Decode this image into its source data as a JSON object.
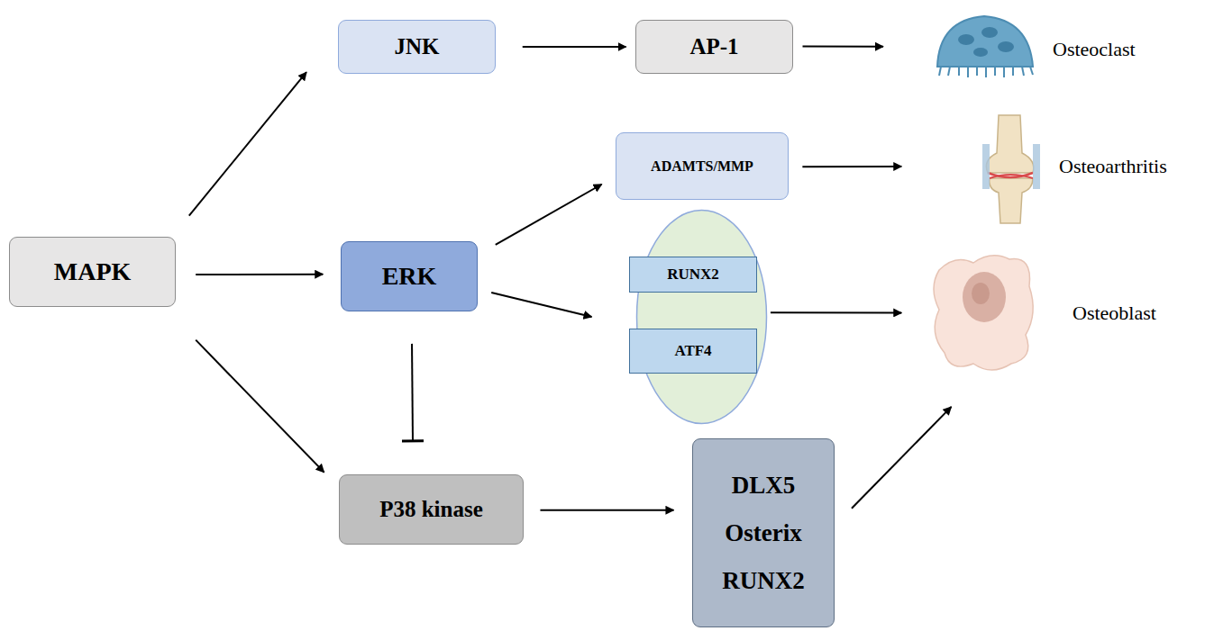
{
  "diagram": {
    "nodes": [
      {
        "text": [
          "MAPK"
        ]
      },
      {
        "text": [
          "JNK"
        ]
      },
      {
        "text": [
          "AP-1"
        ]
      },
      {
        "text": [
          "Osteoclast"
        ]
      },
      {
        "text": [
          "ADAMTS/MMP"
        ]
      },
      {
        "text": [
          "Osteoarthritis"
        ]
      },
      {
        "text": [
          "ERK"
        ]
      },
      {
        "text": []
      },
      {
        "text": [
          "RUNX2"
        ],
        "in": 7
      },
      {
        "text": [
          "ATF4"
        ],
        "in": 7
      },
      {
        "text": [
          "Osteoblast"
        ]
      },
      {
        "text": [
          "P38 kinase"
        ]
      },
      {
        "text": [
          "DLX5",
          "Osterix",
          "RUNX2"
        ]
      }
    ],
    "edges": [
      {
        "from": 0,
        "to": 1,
        "arrow": "to"
      },
      {
        "from": 0,
        "to": 6,
        "arrow": "to"
      },
      {
        "from": 0,
        "to": 11,
        "arrow": "to"
      },
      {
        "from": 1,
        "to": 2,
        "arrow": "to"
      },
      {
        "from": 2,
        "to": 3,
        "arrow": "to"
      },
      {
        "from": 6,
        "to": 4,
        "arrow": "to"
      },
      {
        "from": 4,
        "to": 5,
        "arrow": "to"
      },
      {
        "from": 6,
        "to": 7,
        "arrow": "to"
      },
      {
        "from": 7,
        "to": 10,
        "arrow": "to"
      },
      {
        "from": 6,
        "to": 11,
        "arrow": "to"
      },
      {
        "from": 11,
        "to": 12,
        "arrow": "to"
      },
      {
        "from": 12,
        "to": 10,
        "arrow": "to"
      }
    ]
  }
}
